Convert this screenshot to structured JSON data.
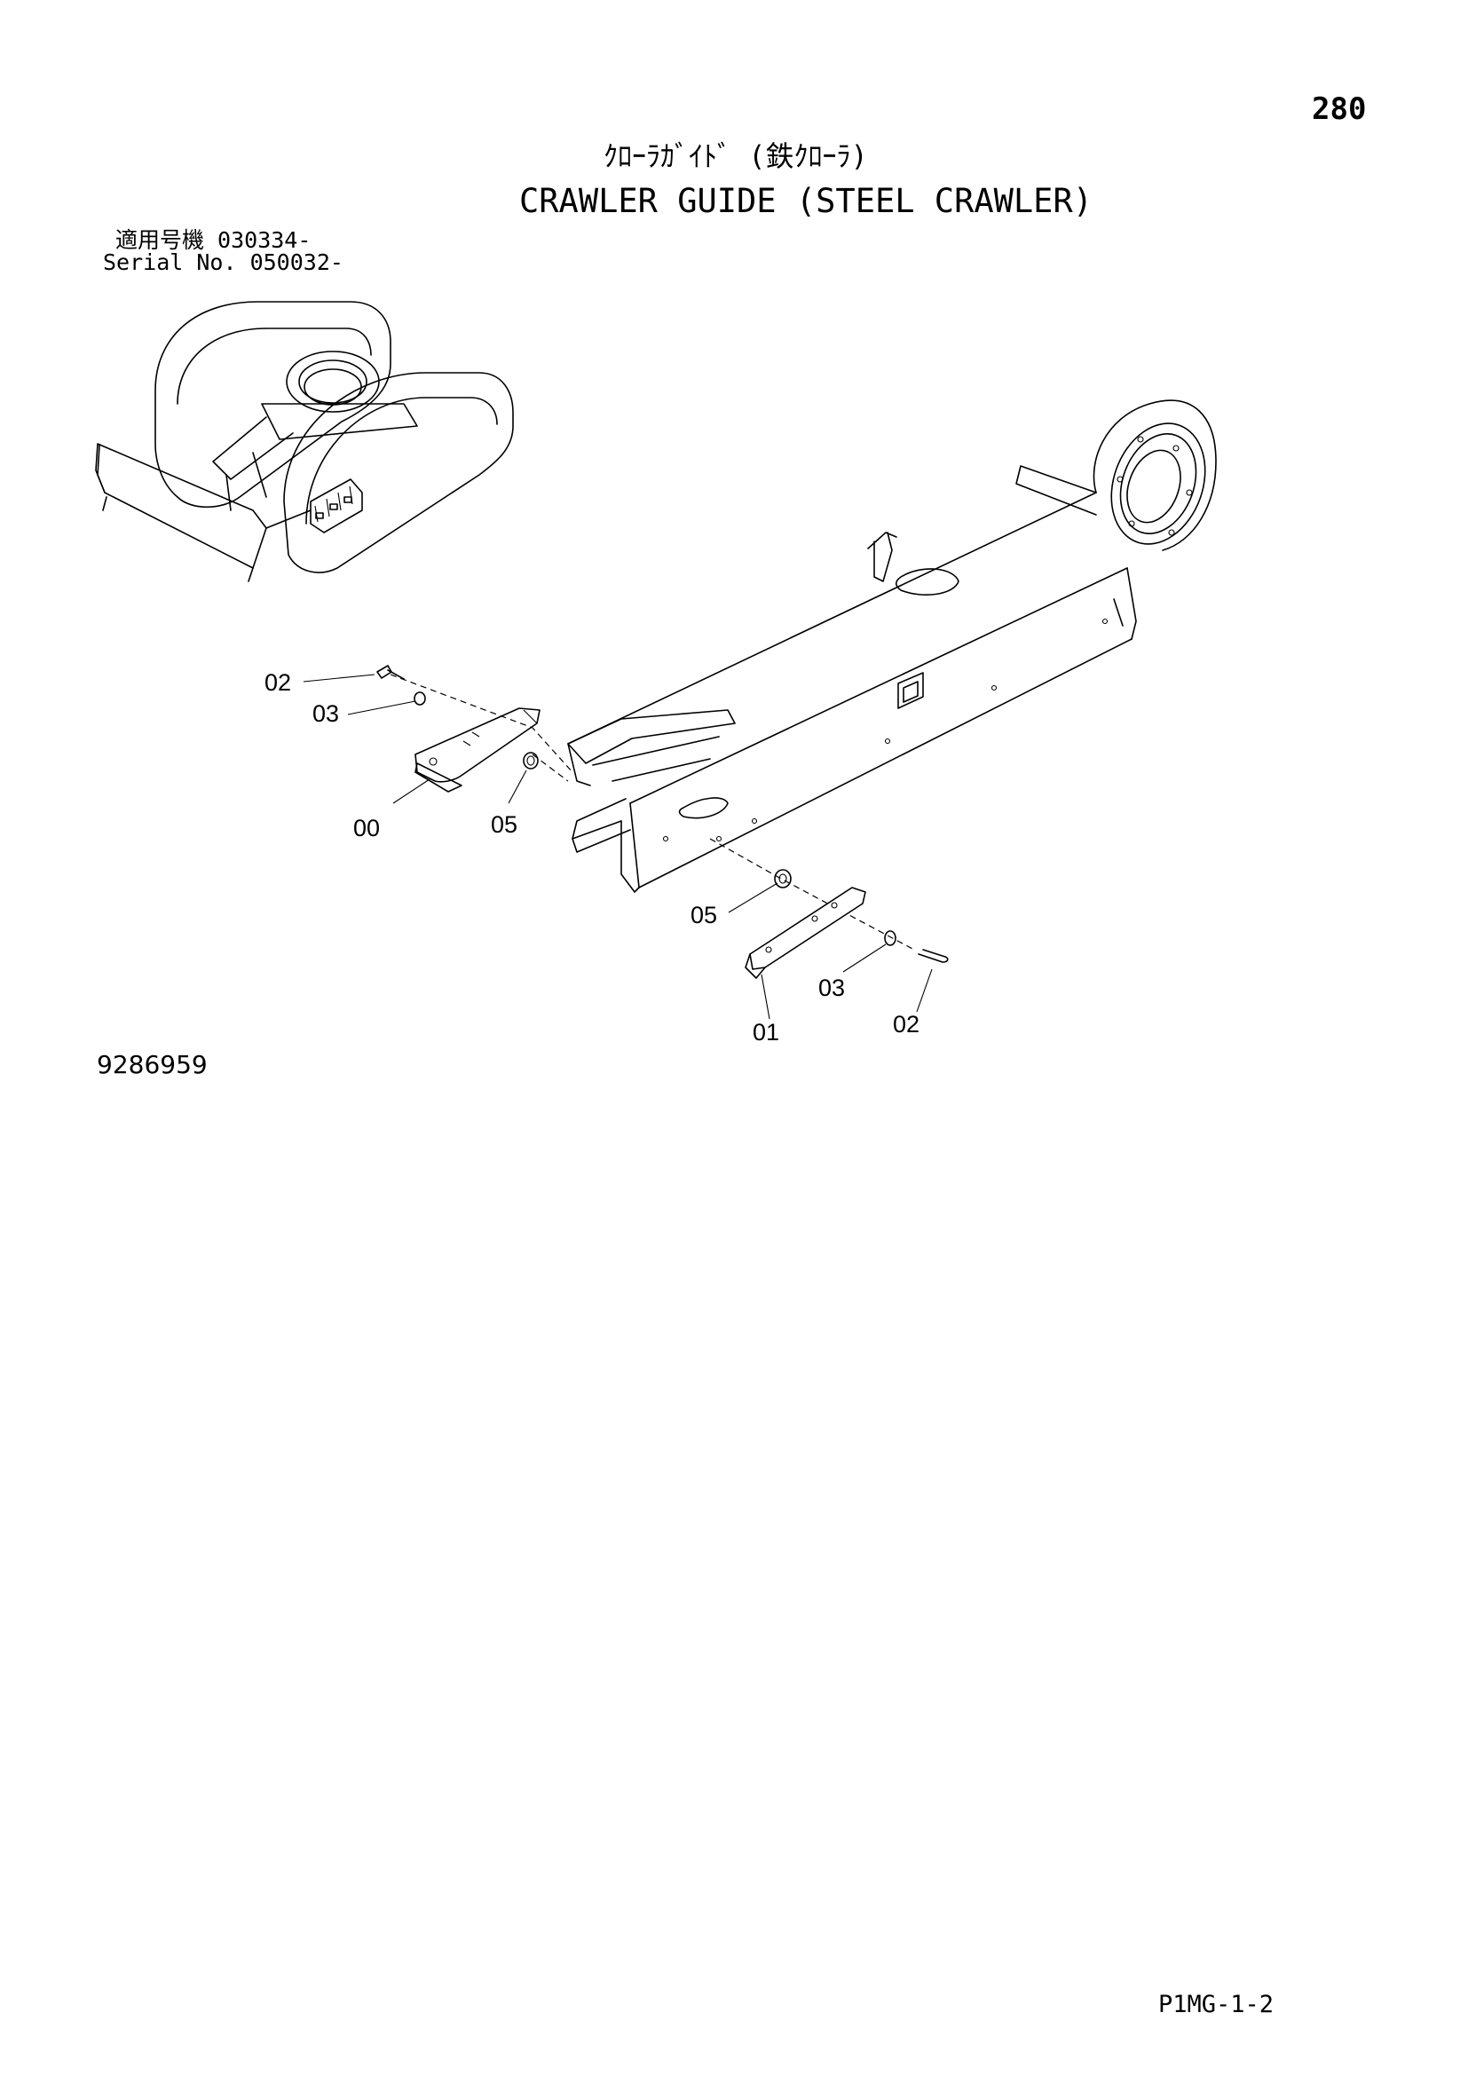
{
  "page": {
    "number": "280",
    "title_jp": "ｸﾛｰﾗｶﾞｲﾄﾞ (鉄ｸﾛｰﾗ)",
    "title_en": "CRAWLER GUIDE (STEEL CRAWLER)",
    "serial_jp": "適用号機 030334-",
    "serial_en": "Serial No. 050032-",
    "drawing_number": "9286959",
    "page_code": "P1MG-1-2"
  },
  "callouts": [
    {
      "id": "c1",
      "label": "02"
    },
    {
      "id": "c2",
      "label": "03"
    },
    {
      "id": "c3",
      "label": "00"
    },
    {
      "id": "c4",
      "label": "05"
    },
    {
      "id": "c5",
      "label": "05"
    },
    {
      "id": "c6",
      "label": "01"
    },
    {
      "id": "c7",
      "label": "03"
    },
    {
      "id": "c8",
      "label": "02"
    }
  ]
}
